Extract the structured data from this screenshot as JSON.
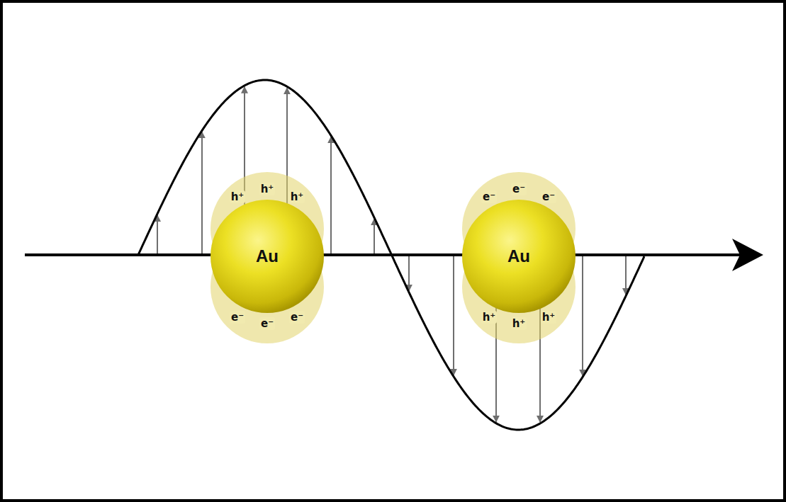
{
  "diagram": {
    "nodes": [
      {
        "text": [
          "h⁺",
          "h⁺",
          "h⁺"
        ]
      },
      {
        "text": [
          "Au"
        ]
      },
      {
        "text": [
          "e⁻",
          "e⁻",
          "e⁻"
        ]
      },
      {
        "text": [
          "e⁻",
          "e⁻",
          "e⁻"
        ]
      },
      {
        "text": [
          "Au"
        ]
      },
      {
        "text": [
          "h⁺",
          "h⁺",
          "h⁺"
        ]
      }
    ]
  }
}
